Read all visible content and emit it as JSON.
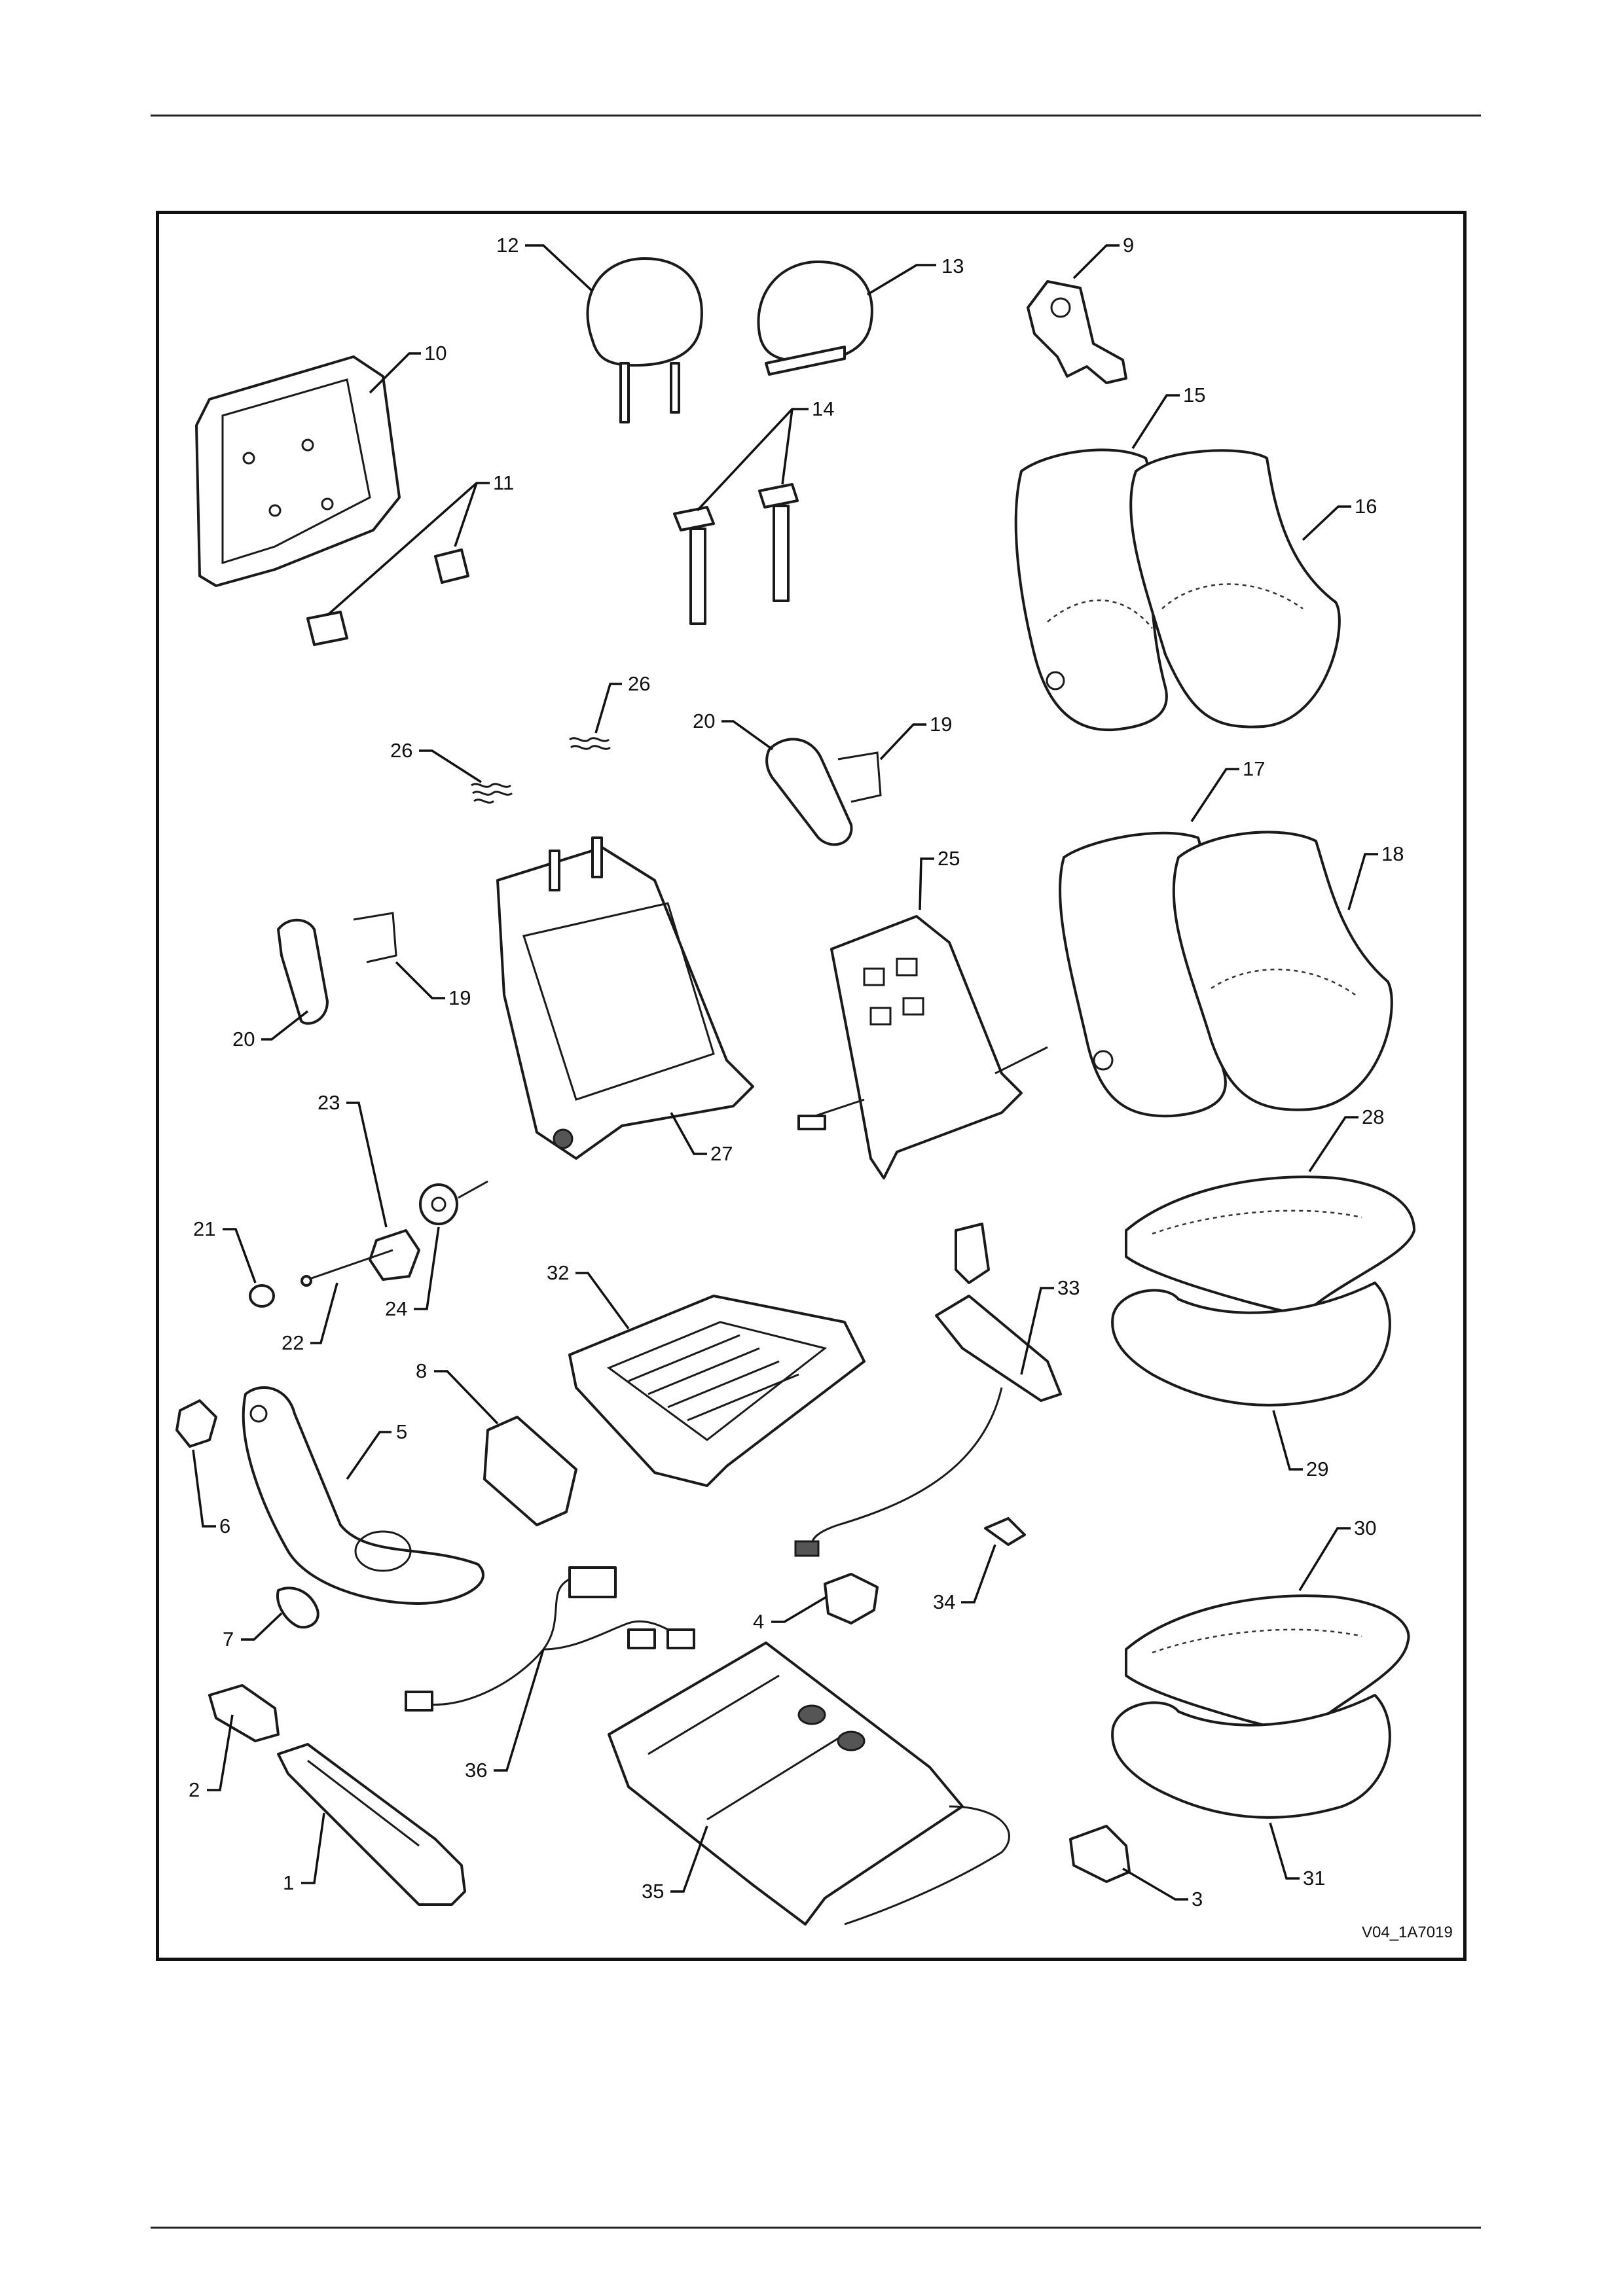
{
  "diagram": {
    "reference": "V04_1A7019",
    "callouts": [
      "1",
      "2",
      "3",
      "4",
      "5",
      "6",
      "7",
      "8",
      "9",
      "10",
      "11",
      "12",
      "13",
      "14",
      "15",
      "16",
      "17",
      "18",
      "19",
      "20",
      "21",
      "22",
      "23",
      "24",
      "25",
      "26",
      "27",
      "28",
      "29",
      "30",
      "31",
      "32",
      "33",
      "34",
      "35",
      "36"
    ]
  }
}
